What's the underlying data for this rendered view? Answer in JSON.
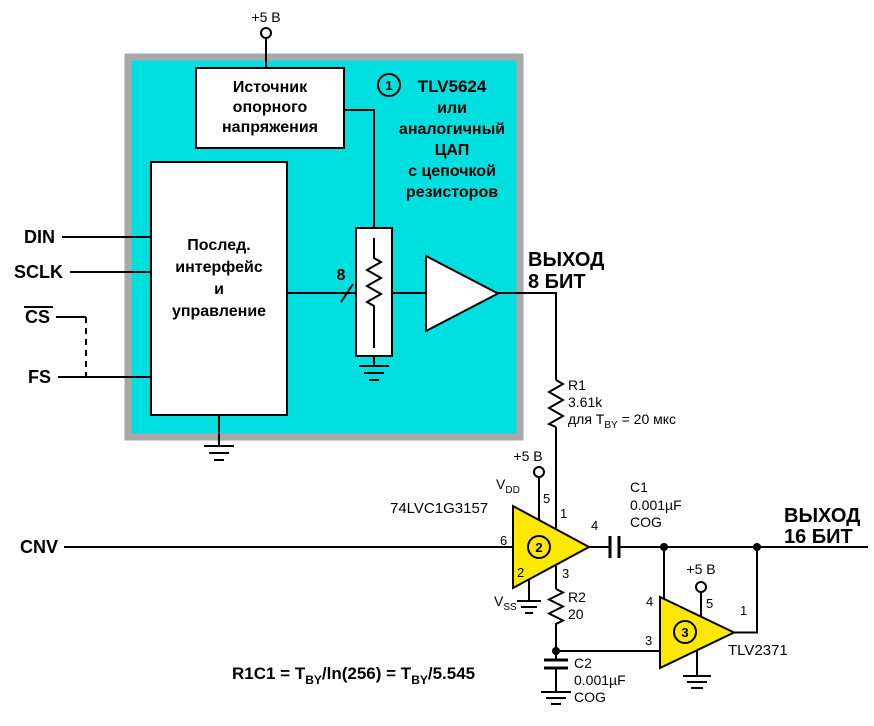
{
  "colors": {
    "dac_fill": "#00dfdf",
    "dac_border": "#a8a8a8",
    "ic_fill": "#ffe800",
    "wire": "#000000"
  },
  "top": {
    "vcc": "+5 В"
  },
  "dac": {
    "number": "1",
    "part": "TLV5624",
    "desc": [
      "или",
      "аналогичный",
      "ЦАП",
      "с цепочкой",
      "резисторов"
    ],
    "ref_box": [
      "Источник",
      "опорного",
      "напряжения"
    ],
    "serial_box": [
      "Послед.",
      "интерфейс",
      "и",
      "управление"
    ],
    "bus_width": "8"
  },
  "inputs": {
    "din": "DIN",
    "sclk": "SCLK",
    "cs": "CS",
    "fs": "FS",
    "cnv": "CNV"
  },
  "out8": {
    "line1": "ВЫХОД",
    "line2": "8 БИТ"
  },
  "out16": {
    "line1": "ВЫХОД",
    "line2": "16 БИТ"
  },
  "r1": {
    "name": "R1",
    "value": "3.61k",
    "note1": "для T",
    "note_sub": "BY",
    "note2": " = 20 мкс"
  },
  "r2": {
    "name": "R2",
    "value": "20"
  },
  "c1": {
    "name": "C1",
    "value": "0.001µF",
    "type": "COG"
  },
  "c2": {
    "name": "C2",
    "value": "0.001µF",
    "type": "COG"
  },
  "mux": {
    "number": "2",
    "part": "74LVC1G3157",
    "vcc": "+5 В",
    "vdd": "V",
    "vdd_sub": "DD",
    "vss": "V",
    "vss_sub": "SS",
    "pin5": "5",
    "pin1": "1",
    "pin4": "4",
    "pin6": "6",
    "pin2": "2",
    "pin3": "3"
  },
  "opamp": {
    "number": "3",
    "part": "TLV2371",
    "vcc": "+5 В",
    "pin4": "4",
    "pin5": "5",
    "pin1": "1",
    "pin3": "3"
  },
  "formula": {
    "p1": "R1C1 = T",
    "s1": "BY",
    "p2": "/ln(256) = T",
    "s2": "BY",
    "p3": "/5.545"
  }
}
